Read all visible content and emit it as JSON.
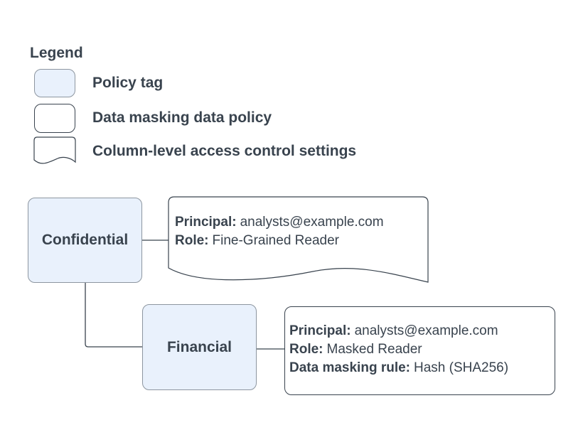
{
  "colors": {
    "background": "#ffffff",
    "policy_tag_fill": "#e9f1fc",
    "policy_tag_border": "#8d96a0",
    "box_border": "#39434e",
    "line": "#39434e",
    "text": "#39434e"
  },
  "legend": {
    "title": "Legend",
    "items": [
      {
        "swatch": "policy-tag-swatch",
        "label": "Policy tag"
      },
      {
        "swatch": "data-masking-policy-swatch",
        "label": "Data masking data policy"
      },
      {
        "swatch": "column-access-control-swatch",
        "label": "Column-level access control settings"
      }
    ]
  },
  "diagram": {
    "policy_tags": [
      {
        "id": "confidential",
        "label": "Confidential"
      },
      {
        "id": "financial",
        "label": "Financial"
      }
    ],
    "access_control_settings": {
      "lines": [
        {
          "label": "Principal:",
          "value": "analysts@example.com"
        },
        {
          "label": "Role:",
          "value": "Fine-Grained Reader"
        }
      ]
    },
    "data_masking_policy": {
      "lines": [
        {
          "label": "Principal:",
          "value": "analysts@example.com"
        },
        {
          "label": "Role:",
          "value": "Masked Reader"
        },
        {
          "label": "Data masking rule:",
          "value": "Hash (SHA256)"
        }
      ]
    }
  }
}
